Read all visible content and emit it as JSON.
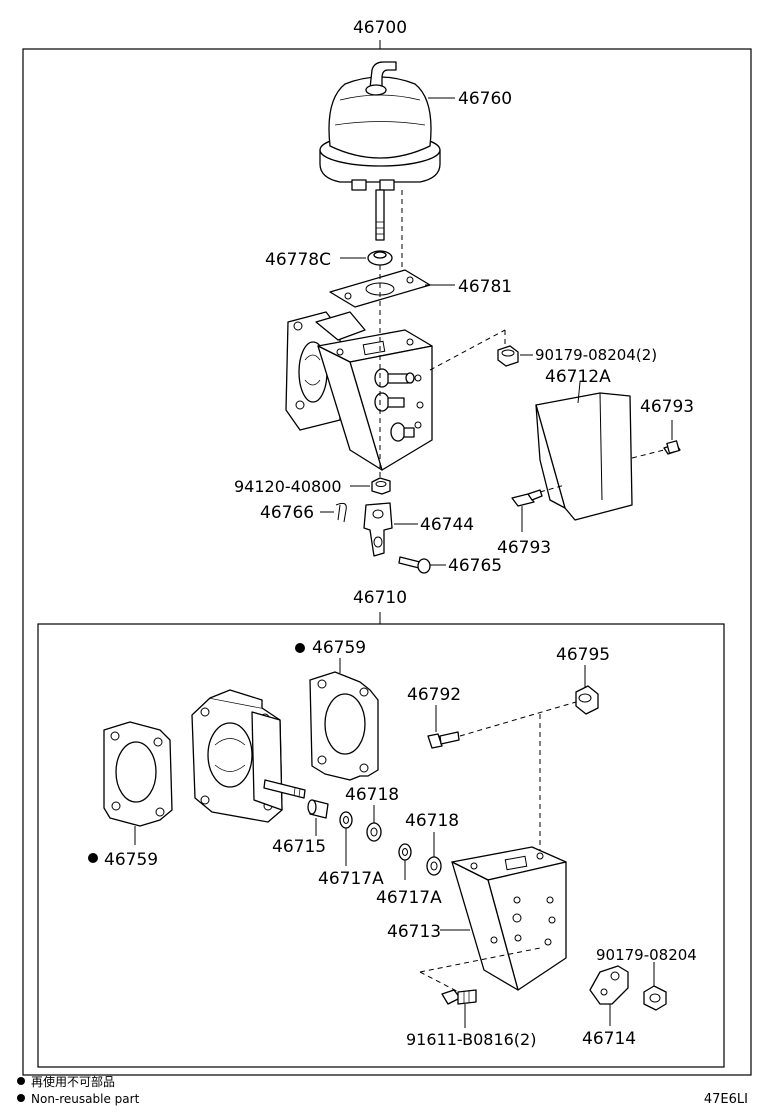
{
  "labels": {
    "assy_top": "46700",
    "actuator": "46760",
    "nut_c": "46778C",
    "gasket_plate": "46781",
    "nut_90179_pair": "90179-08204(2)",
    "bracket_cover": "46712A",
    "bolt_46793_right": "46793",
    "bolt_46793_lower": "46793",
    "nut_94120": "94120-40800",
    "clip": "46766",
    "clevis": "46744",
    "pin": "46765",
    "assy_valve": "46710",
    "gasket_upper": "46759",
    "spacer_46795": "46795",
    "bolt_46792": "46792",
    "washer_46718_a": "46718",
    "washer_46718_b": "46718",
    "gasket_lower": "46759",
    "shaft_46715": "46715",
    "washer_46717a_a": "46717A",
    "washer_46717a_b": "46717A",
    "bracket_46713": "46713",
    "nut_90179_single": "90179-08204",
    "bolt_91611": "91611-B0816(2)",
    "lever_46714": "46714"
  },
  "legend": {
    "jp": "再使用不可部品",
    "en": "Non-reusable part"
  },
  "figure_code": "47E6LI"
}
